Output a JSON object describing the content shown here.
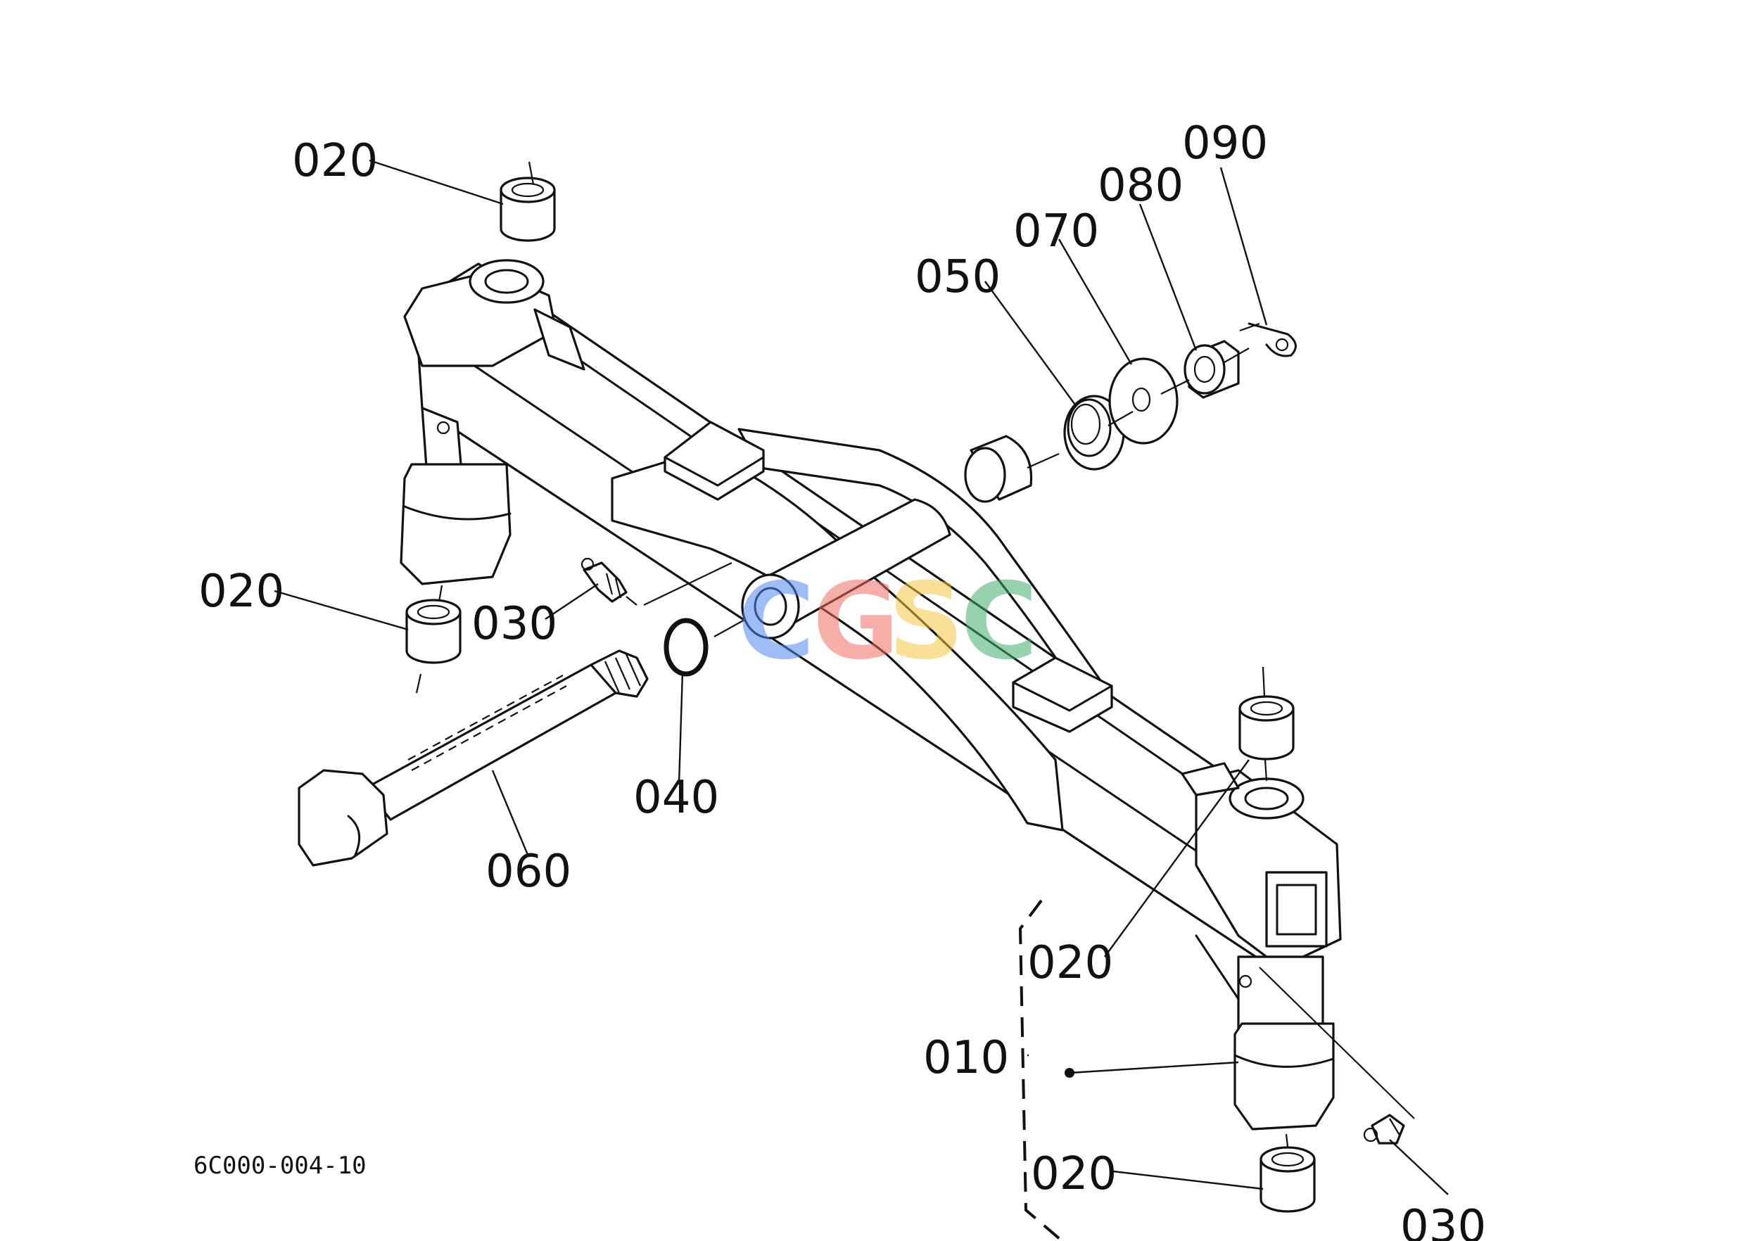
{
  "drawing": {
    "reference_code": "6C000-004-10",
    "watermark": [
      "C",
      "G",
      "S",
      "C"
    ],
    "watermark_colors": [
      "#4f86f0",
      "#ef6d64",
      "#f5c842",
      "#3fae6b"
    ]
  },
  "callouts": {
    "p010": "010",
    "p020_top": "020",
    "p020_left": "020",
    "p020_right": "020",
    "p020_bottom": "020",
    "p030_left": "030",
    "p030_right": "030",
    "p040": "040",
    "p050": "050",
    "p060": "060",
    "p070": "070",
    "p080": "080",
    "p090": "090"
  }
}
